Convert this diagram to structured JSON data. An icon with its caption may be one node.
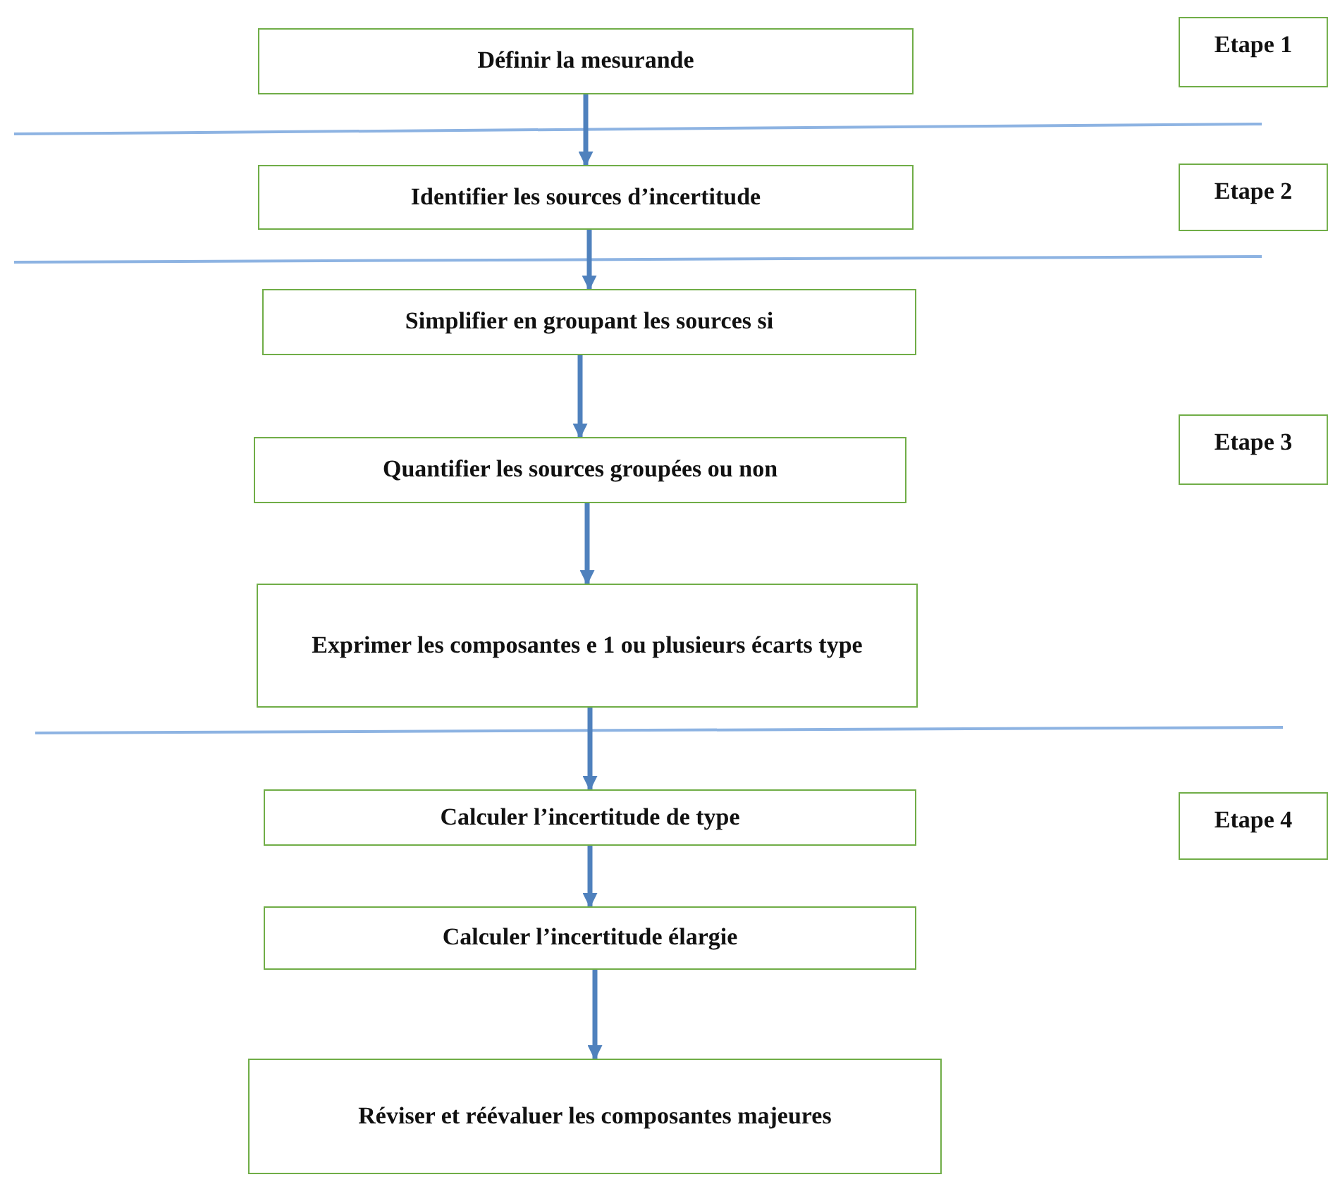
{
  "diagram": {
    "nodes": [
      {
        "text": [
          "Définir la mesurande"
        ]
      },
      {
        "text": [
          "Etape 1"
        ]
      },
      {
        "text": [
          "Identifier les sources d’incertitude"
        ]
      },
      {
        "text": [
          "Etape 2"
        ]
      },
      {
        "text": [
          "Simplifier en groupant les sources si"
        ]
      },
      {
        "text": [
          "Quantifier les sources groupées ou non"
        ]
      },
      {
        "text": [
          "Etape 3"
        ]
      },
      {
        "text": [
          "Exprimer les composantes e 1 ou plusieurs écarts type"
        ]
      },
      {
        "text": [
          "Calculer l’incertitude de type"
        ]
      },
      {
        "text": [
          "Etape 4"
        ]
      },
      {
        "text": [
          "Calculer l’incertitude élargie"
        ]
      },
      {
        "text": [
          "Réviser et réévaluer les composantes majeures"
        ]
      }
    ],
    "edges": [
      {
        "from": 0,
        "to": 2,
        "arrow": "to"
      },
      {
        "from": 2,
        "to": 4,
        "arrow": "to"
      },
      {
        "from": 4,
        "to": 5,
        "arrow": "to"
      },
      {
        "from": 5,
        "to": 7,
        "arrow": "to"
      },
      {
        "from": 7,
        "to": 8,
        "arrow": "to"
      },
      {
        "from": 8,
        "to": 10,
        "arrow": "to"
      },
      {
        "from": 10,
        "to": 11,
        "arrow": "to"
      }
    ]
  }
}
